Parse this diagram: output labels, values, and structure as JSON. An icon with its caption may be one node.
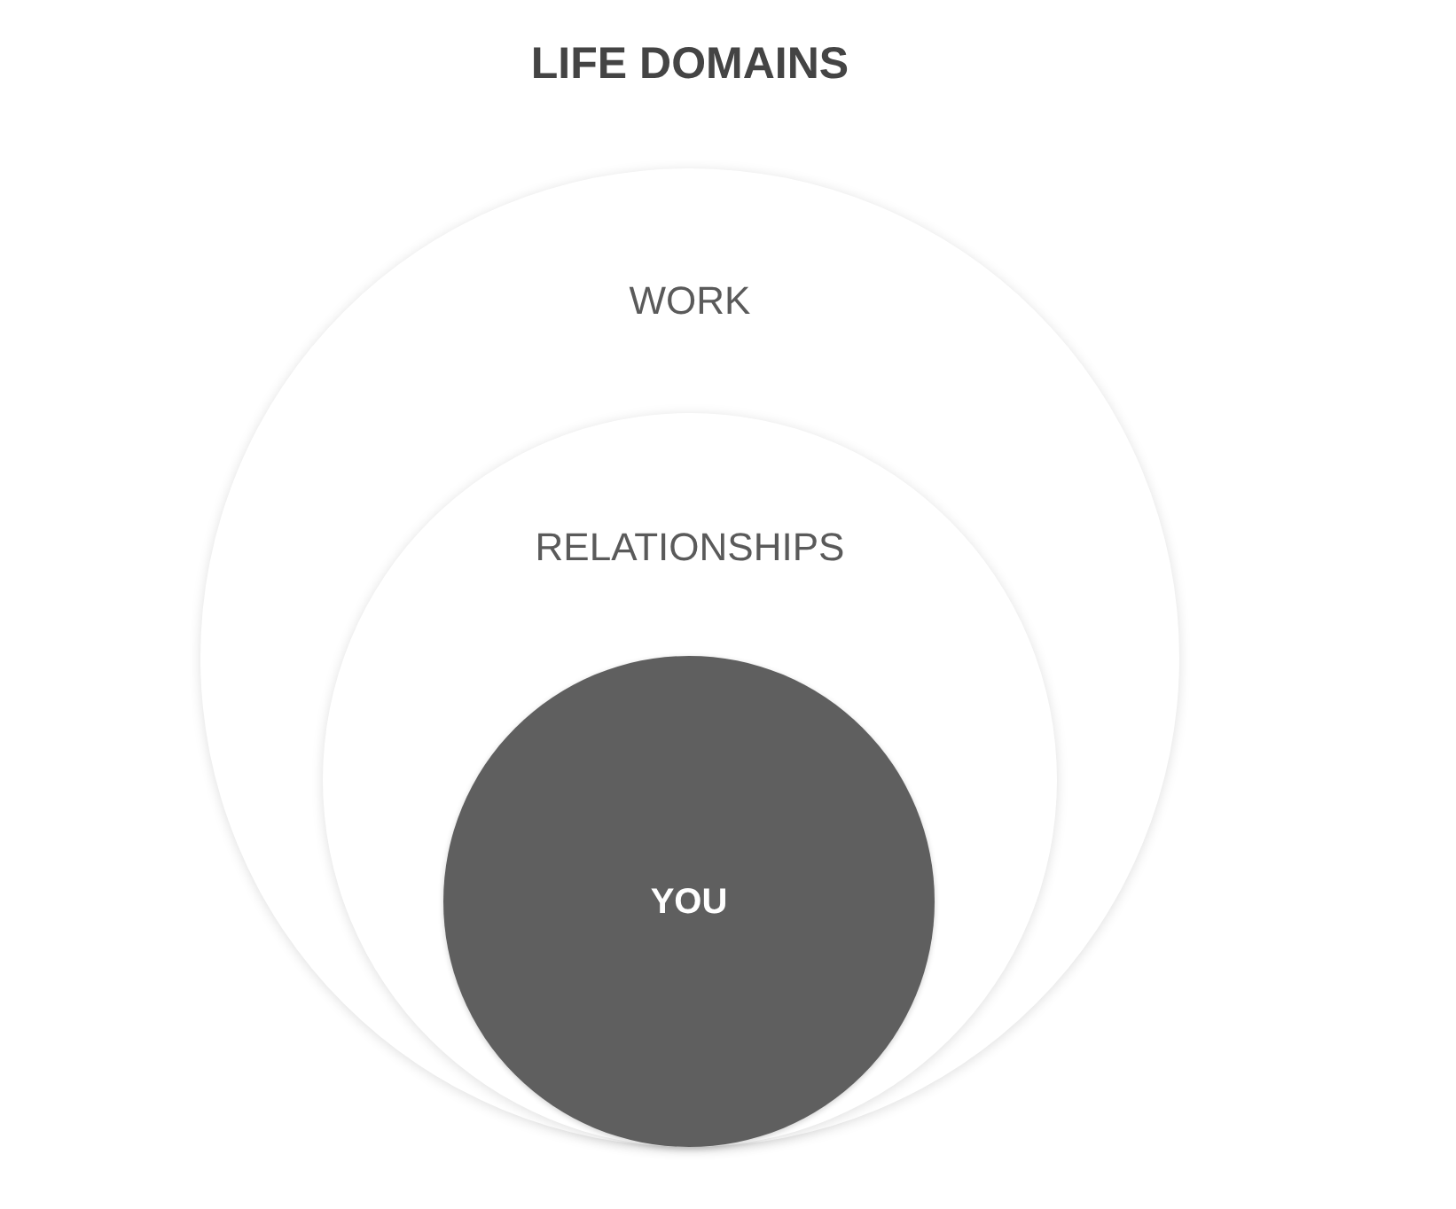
{
  "diagram": {
    "title": "LIFE DOMAINS",
    "nodes": [
      {
        "text": [
          "WORK"
        ]
      },
      {
        "text": [
          "RELATIONSHIPS"
        ],
        "in": 0
      },
      {
        "text": [
          "YOU"
        ],
        "in": 1
      }
    ],
    "edges": []
  }
}
